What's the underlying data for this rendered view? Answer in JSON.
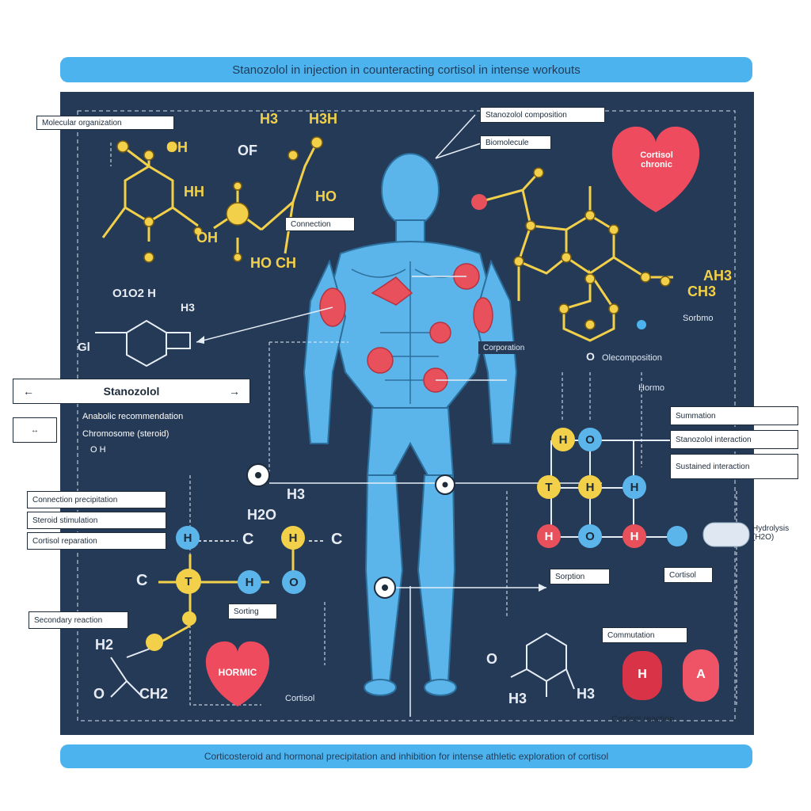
{
  "title": "Stanozolol in injection in counteracting cortisol in intense workouts",
  "footer": "Corticosteroid and hormonal precipitation and inhibition for intense athletic exploration of cortisol",
  "labels": {
    "molecular_organization": "Molecular organization",
    "stanozolol_composition": "Stanozolol composition",
    "biomolecule": "Biomolecule",
    "connection": "Connection",
    "cortisol_heart": "Cortisol",
    "cortisol_heart_sub": "chronic",
    "corporation": "Corporation",
    "olecomposition": "Olecomposition",
    "stanozolol_box": "Stanozolol",
    "anabolic_row": "Anabolic recommendation",
    "chromosome_row": "Chromosome (steroid)",
    "o_note": "O H",
    "hormo": "Hormo",
    "right_box_1": "Summation",
    "right_box_2": "Stanozolol interaction",
    "right_box_3": "Sustained interaction",
    "left_box_1": "Connection precipitation",
    "left_box_2": "Steroid stimulation",
    "left_box_3": "Cortisol reparation",
    "secondary_reaction": "Secondary reaction",
    "sorting": "Sorting",
    "hormic": "HORMIC",
    "cortisol_bottom": "Cortisol",
    "sorption": "Sorption",
    "cortisol_small": "Cortisol",
    "commutation": "Commutation",
    "hydrolysis": "Hydrolysis (H2O)",
    "cortisol_reaction": "Cortisol reaction",
    "sorbmo": "Sorbmo"
  },
  "chem_text": {
    "h3_a": "H3",
    "h3h": "H3H",
    "of": "OF",
    "oh_top": "OH",
    "hh": "HH",
    "oh_left": "OH",
    "ho_mid": "HO",
    "hoch": "HO CH",
    "o1o2": "O1O2 H",
    "h3_small": "H3",
    "gl": "Gl",
    "ah3": "AH3",
    "ch3": "CH3",
    "o_ring": "O",
    "h2o": "H2O",
    "h3_right": "H3",
    "c_left": "C",
    "c_right": "C",
    "c_low": "C",
    "h2": "H2",
    "o_bot": "O",
    "ch2": "CH2",
    "o_br": "O",
    "h3_br": "H3",
    "h3_br2": "H3",
    "node_H": "H",
    "node_T": "T",
    "node_O": "O",
    "pill_H": "H",
    "pill_A": "A"
  },
  "colors": {
    "banner": "#4db3ee",
    "panel": "#243a57",
    "body": "#5bb5ea",
    "accent_red": "#e8505b",
    "accent_yellow": "#f2d04a",
    "heart": "#ef4b5e"
  }
}
